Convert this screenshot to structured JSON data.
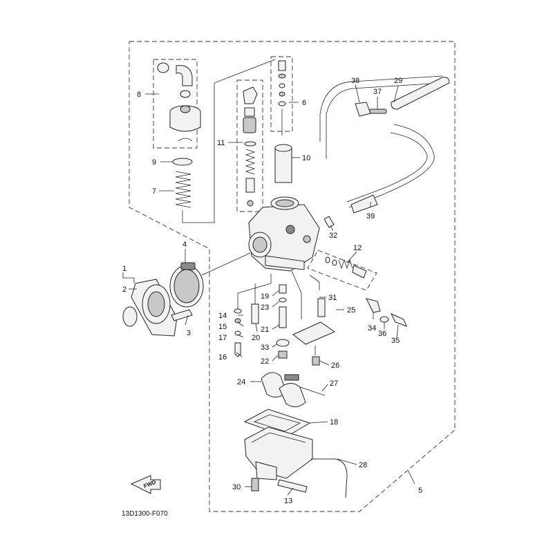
{
  "diagram": {
    "code": "13D1300-F070",
    "fwd_label": "FWD",
    "callouts": [
      {
        "id": "c1",
        "text": "1"
      },
      {
        "id": "c2",
        "text": "2"
      },
      {
        "id": "c3",
        "text": "3"
      },
      {
        "id": "c4",
        "text": "4"
      },
      {
        "id": "c5",
        "text": "5"
      },
      {
        "id": "c6",
        "text": "6"
      },
      {
        "id": "c7",
        "text": "7"
      },
      {
        "id": "c8",
        "text": "8"
      },
      {
        "id": "c9",
        "text": "9"
      },
      {
        "id": "c10",
        "text": "10"
      },
      {
        "id": "c11",
        "text": "11"
      },
      {
        "id": "c12",
        "text": "12"
      },
      {
        "id": "c13",
        "text": "13"
      },
      {
        "id": "c14",
        "text": "14"
      },
      {
        "id": "c15",
        "text": "15"
      },
      {
        "id": "c16",
        "text": "16"
      },
      {
        "id": "c17",
        "text": "17"
      },
      {
        "id": "c18",
        "text": "18"
      },
      {
        "id": "c19",
        "text": "19"
      },
      {
        "id": "c20",
        "text": "20"
      },
      {
        "id": "c21",
        "text": "21"
      },
      {
        "id": "c22",
        "text": "22"
      },
      {
        "id": "c23",
        "text": "23"
      },
      {
        "id": "c24",
        "text": "24"
      },
      {
        "id": "c25",
        "text": "25"
      },
      {
        "id": "c26",
        "text": "26"
      },
      {
        "id": "c27",
        "text": "27"
      },
      {
        "id": "c28",
        "text": "28"
      },
      {
        "id": "c29",
        "text": "29"
      },
      {
        "id": "c30",
        "text": "30"
      },
      {
        "id": "c31",
        "text": "31"
      },
      {
        "id": "c32",
        "text": "32"
      },
      {
        "id": "c33",
        "text": "33"
      },
      {
        "id": "c34",
        "text": "34"
      },
      {
        "id": "c35",
        "text": "35"
      },
      {
        "id": "c36",
        "text": "36"
      },
      {
        "id": "c37",
        "text": "37"
      },
      {
        "id": "c38",
        "text": "38"
      },
      {
        "id": "c39",
        "text": "39"
      }
    ]
  }
}
